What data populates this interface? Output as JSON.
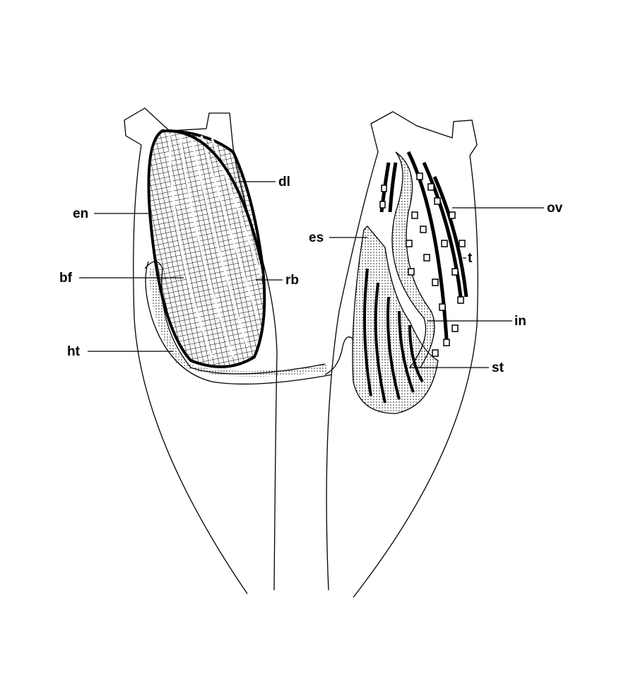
{
  "figure": {
    "labels": {
      "dl": "dl",
      "en": "en",
      "bf": "bf",
      "rb": "rb",
      "ht": "ht",
      "es": "es",
      "ov": "ov",
      "t": "t",
      "in": "in",
      "st": "st"
    },
    "colors": {
      "ink": "#000000",
      "paper": "#ffffff"
    }
  }
}
